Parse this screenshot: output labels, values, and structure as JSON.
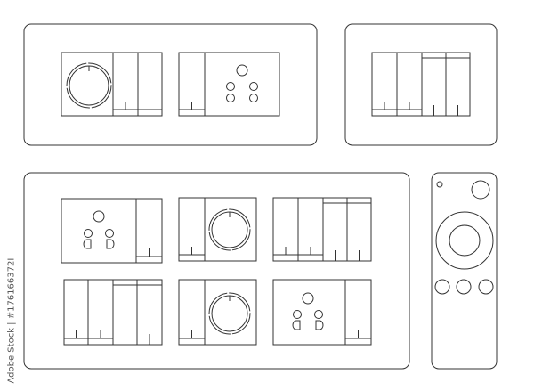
{
  "style": {
    "stroke_color": "#333333",
    "background": "#ffffff"
  },
  "panels": [
    "switchboard-two-module",
    "switchboard-one-module",
    "switchboard-six-module",
    "remote-control"
  ],
  "watermark": "Adobe Stock | #176166372I"
}
